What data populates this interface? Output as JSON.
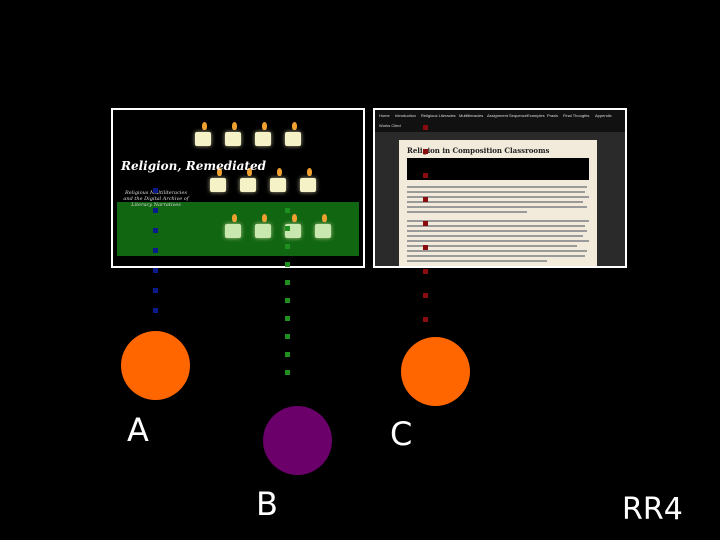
{
  "slide_tag": "RR4",
  "markers": [
    {
      "id": "A",
      "label": "A",
      "color": "#ff6600"
    },
    {
      "id": "B",
      "label": "B",
      "color": "#6b006b"
    },
    {
      "id": "C",
      "label": "C",
      "color": "#ff6600"
    }
  ],
  "connector_colors": {
    "A": "#0a1a8a",
    "B": "#1f8f1f",
    "C": "#8a0c0c"
  },
  "left_thumbnail": {
    "book_title": "Religion, Remediated",
    "book_subtitle": "Religious Multiliteracies and the Digital Archive of Literacy Narratives"
  },
  "right_thumbnail": {
    "nav_items": [
      "Home",
      "Introduction",
      "Religious Literacies",
      "Multiliteracies",
      "Assignment Sequence",
      "Examples",
      "Praxis",
      "Final Thoughts",
      "Appendix",
      "Works Cited"
    ],
    "page_title": "Religion in Composition Classrooms"
  }
}
